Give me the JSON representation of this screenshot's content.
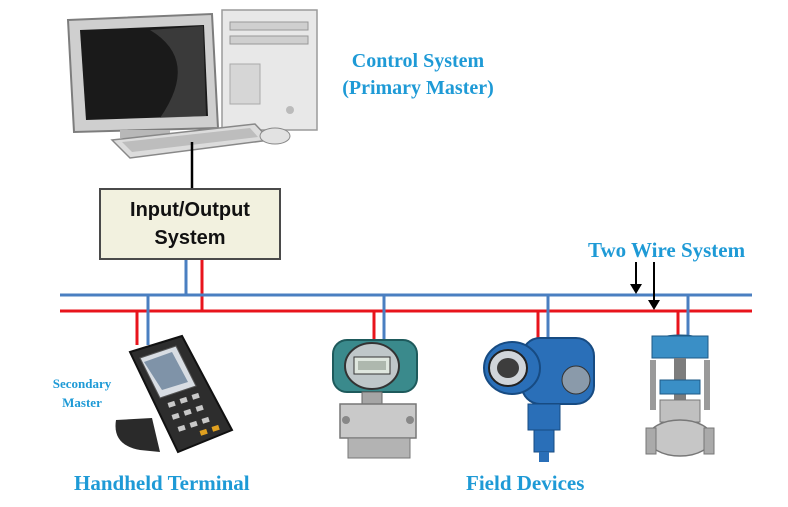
{
  "labels": {
    "control_system_line1": "Control System",
    "control_system_line2": "(Primary Master)",
    "io_line1": "Input/Output",
    "io_line2": "System",
    "two_wire": "Two Wire System",
    "secondary_line1": "Secondary",
    "secondary_line2": "Master",
    "handheld": "Handheld Terminal",
    "field_devices": "Field Devices"
  },
  "colors": {
    "label_blue": "#1e9ad6",
    "wire_blue": "#4a7fc1",
    "wire_red": "#e8141c",
    "device_blue": "#2a6fb8"
  }
}
